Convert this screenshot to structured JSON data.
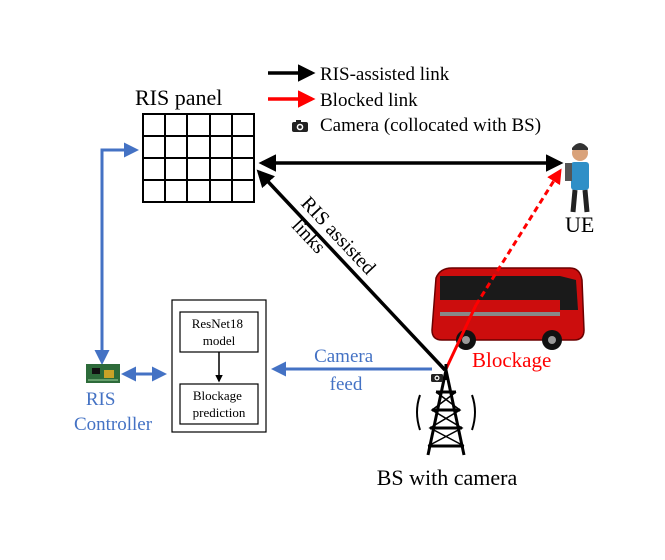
{
  "legend": {
    "ris_assisted": "RIS-assisted link",
    "blocked": "Blocked link",
    "camera": "Camera (collocated with BS)"
  },
  "labels": {
    "ris_panel": "RIS panel",
    "ue": "UE",
    "ris_assisted_links_line1": "RIS assisted",
    "ris_assisted_links_line2": "links",
    "camera_feed_line1": "Camera",
    "camera_feed_line2": "feed",
    "blockage": "Blockage",
    "bs_with_camera": "BS with camera",
    "ris_controller_line1": "RIS",
    "ris_controller_line2": "Controller",
    "model_line1": "ResNet18",
    "model_line2": "model",
    "prediction_line1": "Blockage",
    "prediction_line2": "prediction"
  },
  "colors": {
    "ris_link": "#000000",
    "blocked_link": "#ff0000",
    "control_link": "#4472c4",
    "blockage_text": "#ff0000",
    "controller_text": "#4472c4"
  },
  "icons": {
    "camera": "camera-icon",
    "person": "person-icon",
    "bus": "bus-icon",
    "tower": "cell-tower-icon",
    "controller": "circuit-board-icon"
  }
}
